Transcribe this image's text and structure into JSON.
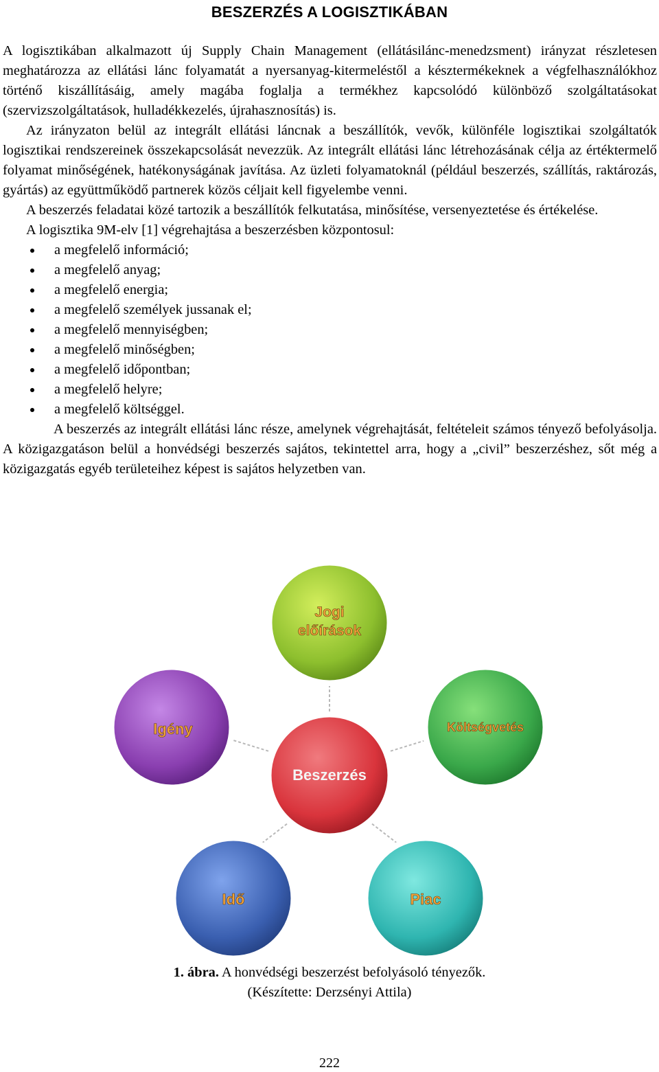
{
  "title": "BESZERZÉS A LOGISZTIKÁBAN",
  "paragraphs": {
    "p1": "A logisztikában alkalmazott új Supply Chain Management (ellátásilánc-menedzsment) irányzat részletesen meghatározza az ellátási lánc folyamatát a nyersanyag-kitermeléstől a késztermékeknek a végfelhasználókhoz történő kiszállításáig, amely magába foglalja a termékhez kapcsolódó különböző szolgáltatásokat (szervizszolgáltatások, hulladékkezelés, újrahasznosítás) is.",
    "p2": "Az irányzaton belül az integrált ellátási láncnak a beszállítók, vevők, különféle logisztikai szolgáltatók logisztikai rendszereinek összekapcsolását nevezzük. Az integrált ellátási lánc létrehozásának célja az értéktermelő folyamat minőségének, hatékonyságának javítása. Az üzleti folyamatoknál (például beszerzés, szállítás, raktározás, gyártás) az együttműködő partnerek közös céljait kell figyelembe venni.",
    "p3": "A beszerzés feladatai közé tartozik a beszállítók felkutatása, minősítése, versenyeztetése és értékelése.",
    "p4": "A logisztika 9M-elv [1] végrehajtása a beszerzésben központosul:",
    "p5": "A beszerzés az integrált ellátási lánc része, amelynek végrehajtását, feltételeit számos tényező befolyásolja. A közigazgatáson belül a honvédségi beszerzés sajátos, tekintettel arra, hogy a „civil” beszerzéshez, sőt még a közigazgatás egyéb területeihez képest is sajátos helyzetben van."
  },
  "bullets": [
    "a megfelelő információ;",
    "a megfelelő anyag;",
    "a megfelelő energia;",
    "a megfelelő személyek jussanak el;",
    "a megfelelő mennyiségben;",
    "a megfelelő minőségben;",
    "a megfelelő időpontban;",
    "a megfelelő helyre;",
    "a megfelelő költséggel."
  ],
  "figure": {
    "center": "Beszerzés",
    "nodes": {
      "top_line1": "Jogi",
      "top_line2": "előírások",
      "left": "Igény",
      "right": "Költségvetés",
      "bottom_left": "Idő",
      "bottom_right": "Piac"
    },
    "colors": {
      "center": "#d9343c",
      "top": "#8dbf2e",
      "left": "#8a3fb0",
      "right": "#3aa84a",
      "bottom_left": "#3a5fb0",
      "bottom_right": "#2fb5b0",
      "label_text": "#f2a33a"
    }
  },
  "caption": {
    "number": "1. ábra.",
    "text": " A honvédségi beszerzést befolyásoló tényezők.",
    "credit": "(Készítette: Derzsényi Attila)"
  },
  "page_number": "222"
}
